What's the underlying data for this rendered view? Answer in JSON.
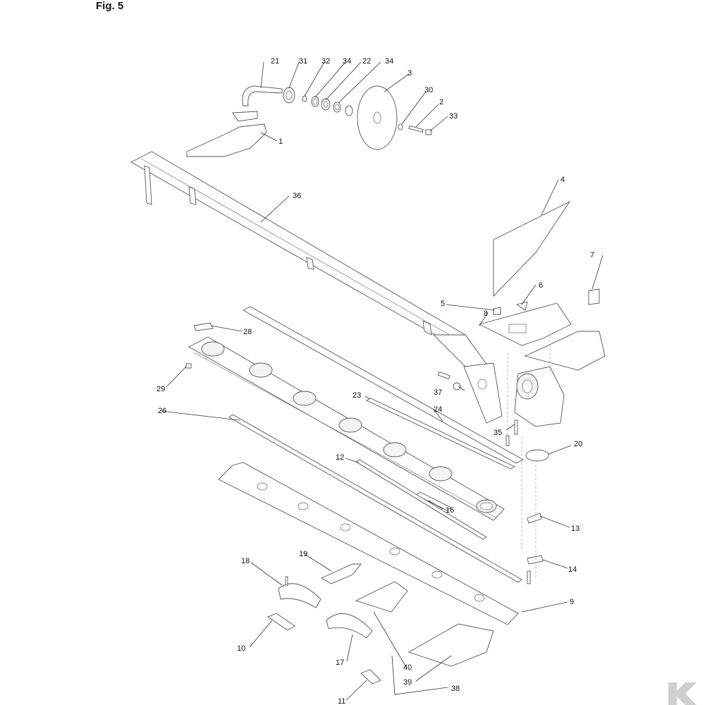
{
  "figure": {
    "title": "Fig. 5"
  },
  "labels": {
    "p1": "1",
    "p2": "2",
    "p3": "3",
    "p4": "4",
    "p5": "5",
    "p6": "6",
    "p7": "7",
    "p8": "8",
    "p9": "9",
    "p10": "10",
    "p11": "11",
    "p12": "12",
    "p13": "13",
    "p14": "14",
    "p16": "16",
    "p17": "17",
    "p18": "18",
    "p19": "19",
    "p20": "20",
    "p21": "21",
    "p22": "22",
    "p23": "23",
    "p24": "24",
    "p26": "26",
    "p28": "28",
    "p29": "29",
    "p30": "30",
    "p31": "31",
    "p32": "32",
    "p33": "33",
    "p34a": "34",
    "p34b": "34",
    "p35": "35",
    "p36": "36",
    "p37": "37",
    "p38": "38",
    "p39": "39",
    "p40": "40"
  },
  "logo": {
    "icon": "k-logo-icon"
  }
}
